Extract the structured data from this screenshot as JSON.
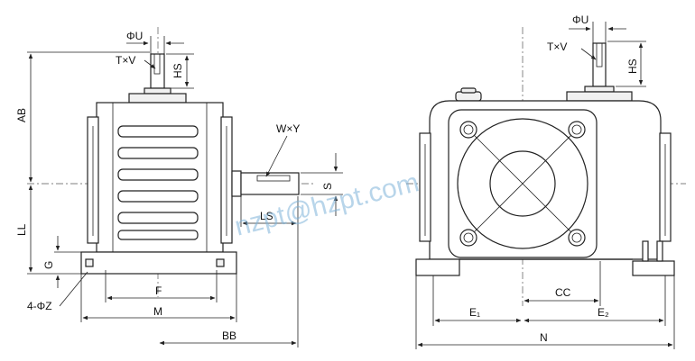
{
  "labels": {
    "phi_u_left": "ΦU",
    "txv_left": "T×V",
    "hs_left": "HS",
    "ab": "AB",
    "ll": "LL",
    "g": "G",
    "z_holes": "4-ΦZ",
    "f": "F",
    "m": "M",
    "bb": "BB",
    "wxy": "W×Y",
    "s": "S",
    "ls": "LS",
    "phi_u_right": "ΦU",
    "txv_right": "T×V",
    "hs_right": "HS",
    "cc": "CC",
    "e1": "E₁",
    "e2": "E₂",
    "n": "N"
  },
  "watermark": "nzpt@hzpt.com"
}
